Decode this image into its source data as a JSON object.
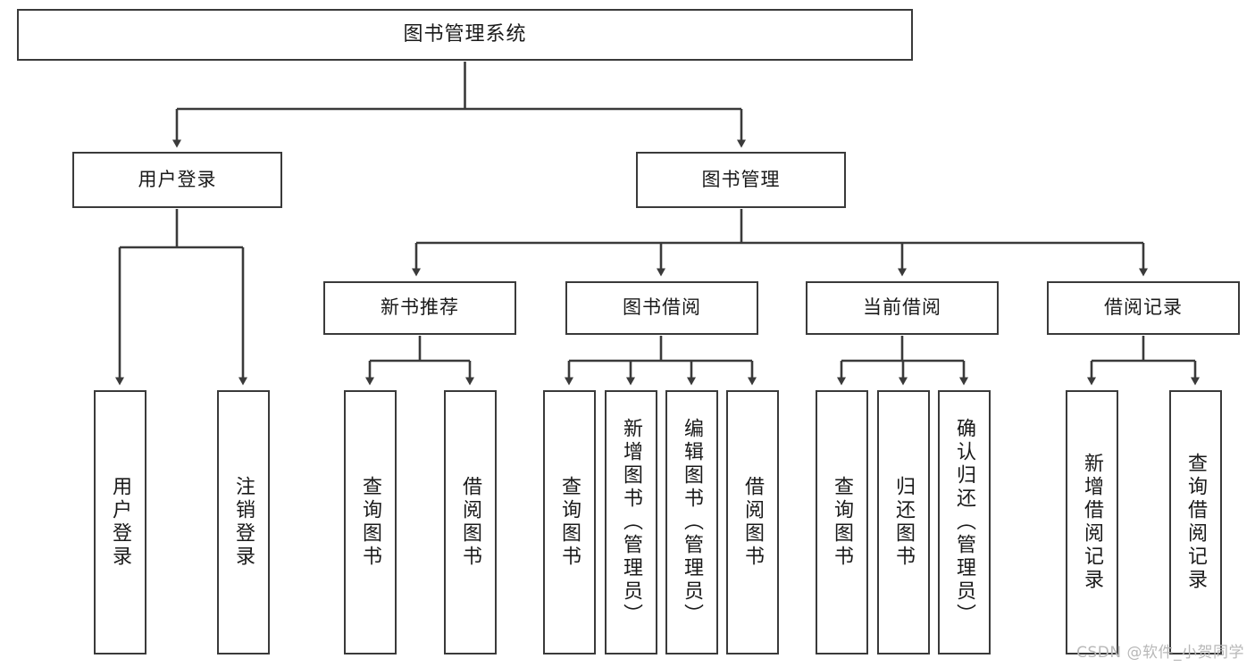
{
  "diagram": {
    "title": "图书管理系统",
    "type": "tree-hierarchy-functional-structure",
    "orientation": "top-down",
    "colors": {
      "box_border": "#3a3a3a",
      "box_fill": "#ffffff",
      "edge": "#3a3a3a",
      "text": "#1a1a1a",
      "watermark": "#b8b8b8",
      "background": "#ffffff"
    }
  },
  "root": {
    "label": "图书管理系统"
  },
  "level2": [
    {
      "label": "用户登录"
    },
    {
      "label": "图书管理"
    }
  ],
  "level3": [
    {
      "label": "新书推荐"
    },
    {
      "label": "图书借阅"
    },
    {
      "label": "当前借阅"
    },
    {
      "label": "借阅记录"
    }
  ],
  "leaves": {
    "user_login": [
      {
        "label": "用户登录"
      },
      {
        "label": "注销登录"
      }
    ],
    "new_book_recommend": [
      {
        "label": "查询图书"
      },
      {
        "label": "借阅图书"
      }
    ],
    "book_borrow": [
      {
        "label": "查询图书"
      },
      {
        "label": "新增图书（管理员）"
      },
      {
        "label": "编辑图书（管理员）"
      },
      {
        "label": "借阅图书"
      }
    ],
    "current_borrow": [
      {
        "label": "查询图书"
      },
      {
        "label": "归还图书"
      },
      {
        "label": "确认归还（管理员）"
      }
    ],
    "borrow_record": [
      {
        "label": "新增借阅记录"
      },
      {
        "label": "查询借阅记录"
      }
    ]
  },
  "watermark": {
    "text": "CSDN @软件_小贺同学"
  }
}
